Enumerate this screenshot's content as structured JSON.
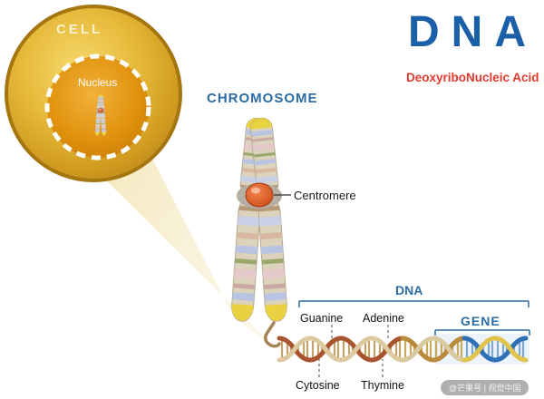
{
  "title": {
    "main": "DNA",
    "subtitle": "DeoxyriboNucleic Acid"
  },
  "labels": {
    "cell": "CELL",
    "nucleus": "Nucleus",
    "chromosome": "CHROMOSOME",
    "centromere": "Centromere",
    "dna_bracket": "DNA",
    "gene": "GENE",
    "guanine": "Guanine",
    "adenine": "Adenine",
    "cytosine": "Cytosine",
    "thymine": "Thymine"
  },
  "watermark": "@芒果号 | 视觉中国",
  "colors": {
    "accent_blue": "#1a5fa8",
    "label_blue": "#2b6ca3",
    "subtitle_red": "#e23b2e",
    "cell_gold": "#d9a521",
    "nucleus_orange": "#e0920d",
    "centromere_orange": "#d44a17",
    "telomere_yellow": "#e9d23f"
  }
}
